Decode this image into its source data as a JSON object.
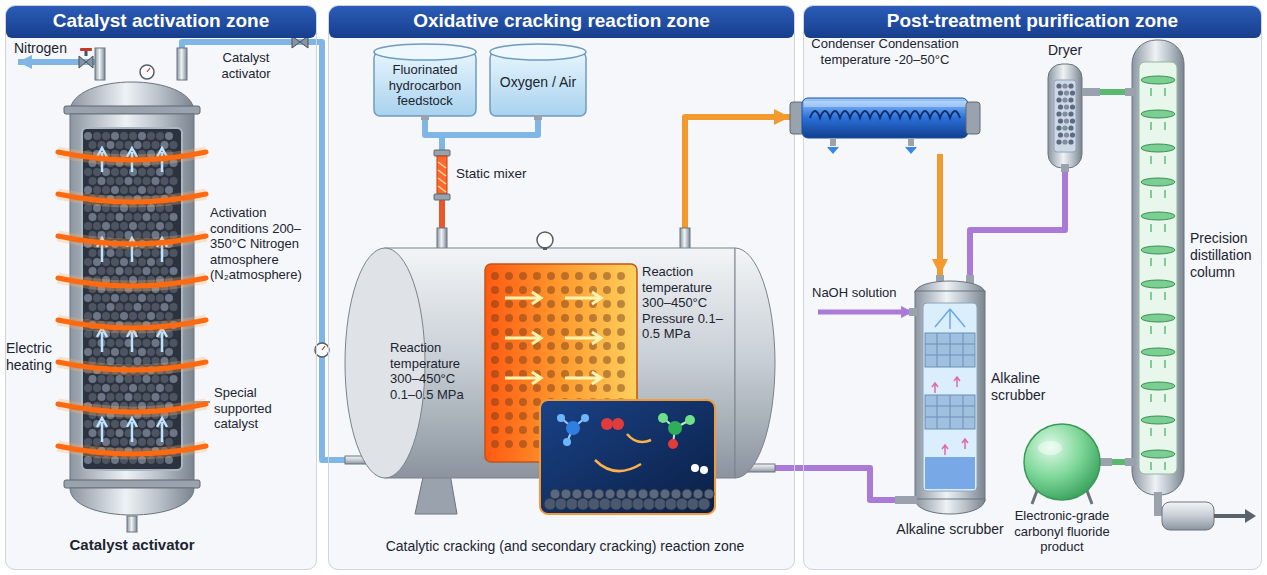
{
  "diagram": {
    "nodes": [
      {
        "text": [
          "Catalyst activation zone"
        ]
      },
      {
        "text": [
          "Catalyst activator"
        ],
        "in": 0
      },
      {
        "text": [
          "Oxidative cracking reaction zone"
        ]
      },
      {
        "text": [
          "Fluorinated hydrocarbon feedstock"
        ],
        "in": 2
      },
      {
        "text": [
          "Oxygen / Air"
        ],
        "in": 2
      },
      {
        "text": [
          "Static mixer"
        ],
        "in": 2
      },
      {
        "text": [
          "Reaction temperature 300–450°C 0.1–0.5 MPa",
          "Reaction temperature 300–450°C Pressure 0.1–0.5 MPa"
        ],
        "in": 2
      },
      {
        "text": [
          "Post-treatment purification zone"
        ]
      },
      {
        "text": [
          "Condenser Condensation temperature -20–50°C"
        ],
        "in": 7
      },
      {
        "text": [
          "Alkaline scrubber",
          "Alkaline scrubber"
        ],
        "in": 7
      },
      {
        "text": [
          "Dryer"
        ],
        "in": 7
      },
      {
        "text": [
          "Precision distillation column"
        ],
        "in": 7
      },
      {
        "text": [
          "Electronic-grade carbonyl fluoride product"
        ],
        "in": 7
      }
    ],
    "edges": [
      {
        "from": 1,
        "to": 6,
        "arrow": "none"
      },
      {
        "from": 3,
        "to": 5,
        "arrow": "none"
      },
      {
        "from": 4,
        "to": 5,
        "arrow": "none"
      },
      {
        "from": 5,
        "to": 6,
        "arrow": "none"
      },
      {
        "from": 6,
        "to": 8,
        "arrow": "to"
      },
      {
        "from": 8,
        "to": 9,
        "arrow": "to"
      },
      {
        "from": 6,
        "to": 9,
        "arrow": "none"
      },
      {
        "from": 9,
        "to": 10,
        "arrow": "none"
      },
      {
        "from": 10,
        "to": 11,
        "arrow": "none"
      },
      {
        "from": 11,
        "to": 12,
        "arrow": "none"
      }
    ],
    "labels": [
      "Nitrogen",
      "Catalyst activator",
      "Electric heating",
      "Activation conditions 200–350°C Nitrogen atmosphere (N₂atmosphere)",
      "Special supported catalyst",
      "Catalytic cracking (and secondary cracking) reaction zone",
      "NaOH solution"
    ]
  }
}
